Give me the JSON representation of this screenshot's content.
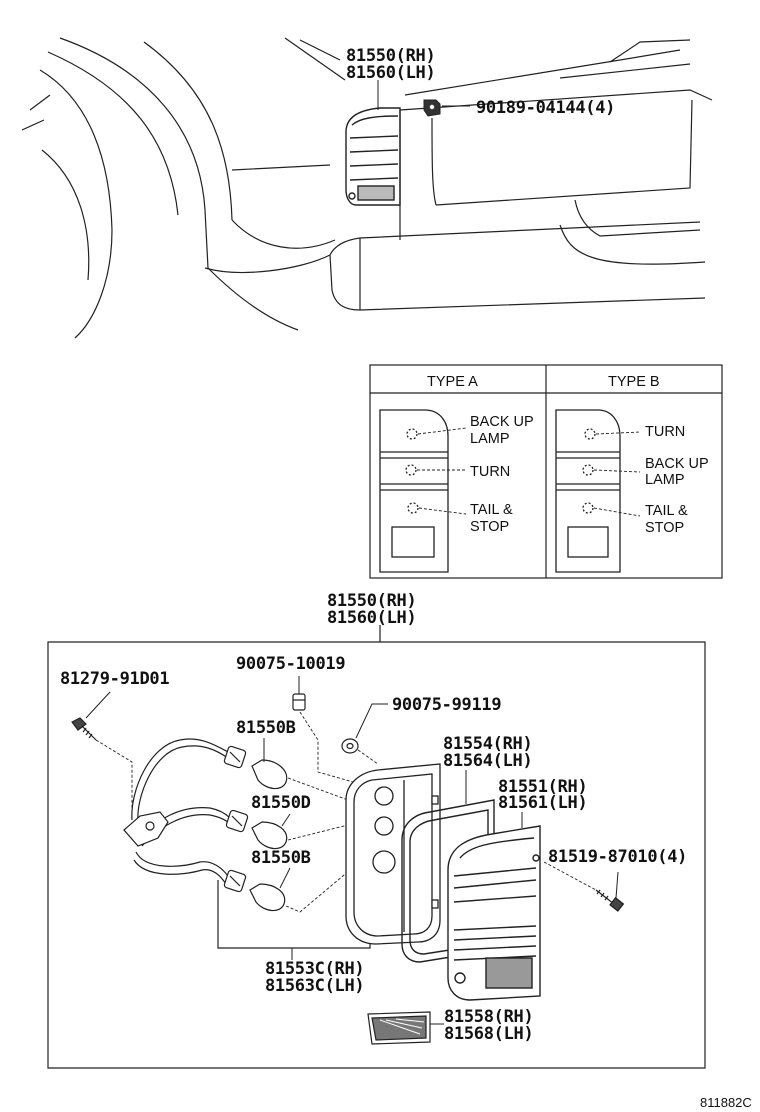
{
  "top": {
    "assembly": [
      "81550(RH)",
      "81560(LH)"
    ],
    "clip": "90189-04144(4)"
  },
  "types": {
    "a": {
      "title": "TYPE A",
      "labels": [
        "BACK UP",
        "LAMP",
        "TURN",
        "TAIL &",
        "STOP"
      ]
    },
    "b": {
      "title": "TYPE B",
      "labels": [
        "TURN",
        "BACK UP",
        "LAMP",
        "TAIL &",
        "STOP"
      ]
    }
  },
  "exploded": {
    "assembly": [
      "81550(RH)",
      "81560(LH)"
    ],
    "screw": "81279-91D01",
    "socket_nut": "90075-10019",
    "grommet": "90075-99119",
    "bulb_b1": "81550B",
    "bulb_d": "81550D",
    "bulb_b2": "81550B",
    "gasket": [
      "81554(RH)",
      "81564(LH)"
    ],
    "lens": [
      "81551(RH)",
      "81561(LH)"
    ],
    "lens_screw": "81519-87010(4)",
    "socket_cord": [
      "81553C(RH)",
      "81563C(LH)"
    ],
    "reflector": [
      "81558(RH)",
      "81568(LH)"
    ]
  },
  "ref_code": "811882C"
}
